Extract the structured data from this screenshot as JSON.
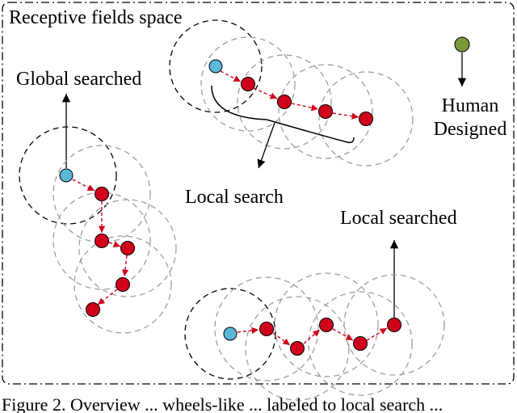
{
  "title": "Receptive fields space",
  "labels": {
    "global_searched": "Global searched",
    "human": "Human",
    "designed": "Designed",
    "local_search": "Local search",
    "local_searched": "Local searched"
  },
  "caption": "Figure 2. Overview ... wheels-like ... labeled to local search ...",
  "colors": {
    "start_node": "#5bb8d6",
    "step_node": "#d0021b",
    "human_node": "#7a9a3a",
    "black_circle": "#000000",
    "gray_circle": "#9e9e9e",
    "arrow_red": "#d0021b",
    "border": "#000000"
  },
  "icons": [
    "node-start-icon",
    "node-step-icon",
    "node-human-icon",
    "arrow-icon"
  ]
}
